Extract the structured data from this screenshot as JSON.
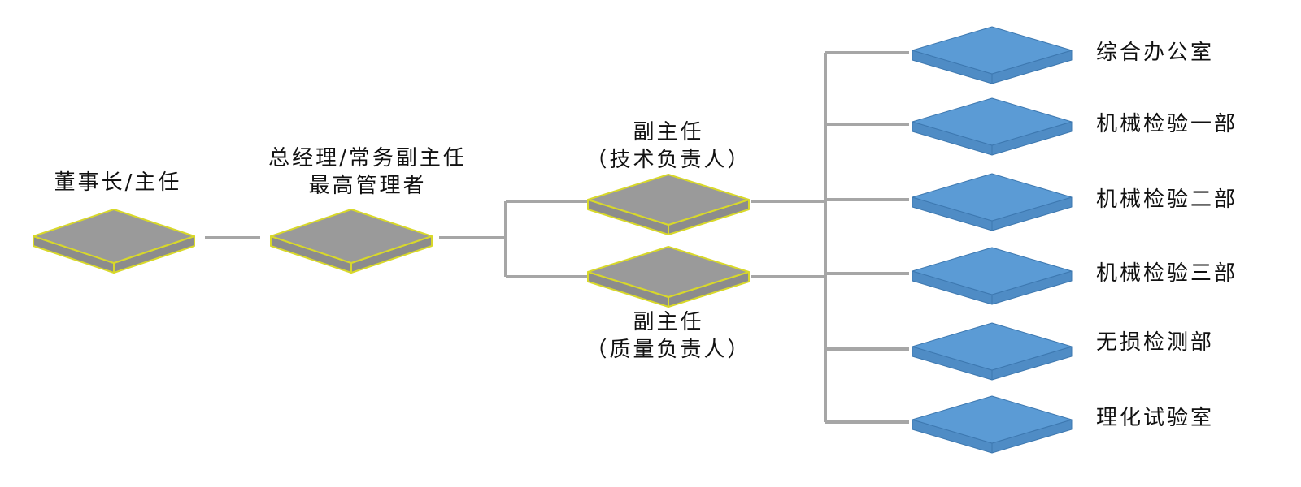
{
  "colors": {
    "gray_top": "#9a9a9a",
    "gray_side": "#8c8c8c",
    "gray_edge": "#d8d82a",
    "blue_top": "#5b9bd5",
    "blue_side": "#4f8cc5",
    "blue_edge": "#3d78b0",
    "connector": "#a6a6a6"
  },
  "chairman": {
    "label": "董事长/主任"
  },
  "gm": {
    "line1": "总经理/常务副主任",
    "line2": "最高管理者"
  },
  "deputy_tech": {
    "line1": "副主任",
    "line2": "（技术负责人）"
  },
  "deputy_quality": {
    "line1": "副主任",
    "line2": "（质量负责人）"
  },
  "departments": [
    {
      "label": "综合办公室"
    },
    {
      "label": "机械检验一部"
    },
    {
      "label": "机械检验二部"
    },
    {
      "label": "机械检验三部"
    },
    {
      "label": "无损检测部"
    },
    {
      "label": "理化试验室"
    }
  ]
}
